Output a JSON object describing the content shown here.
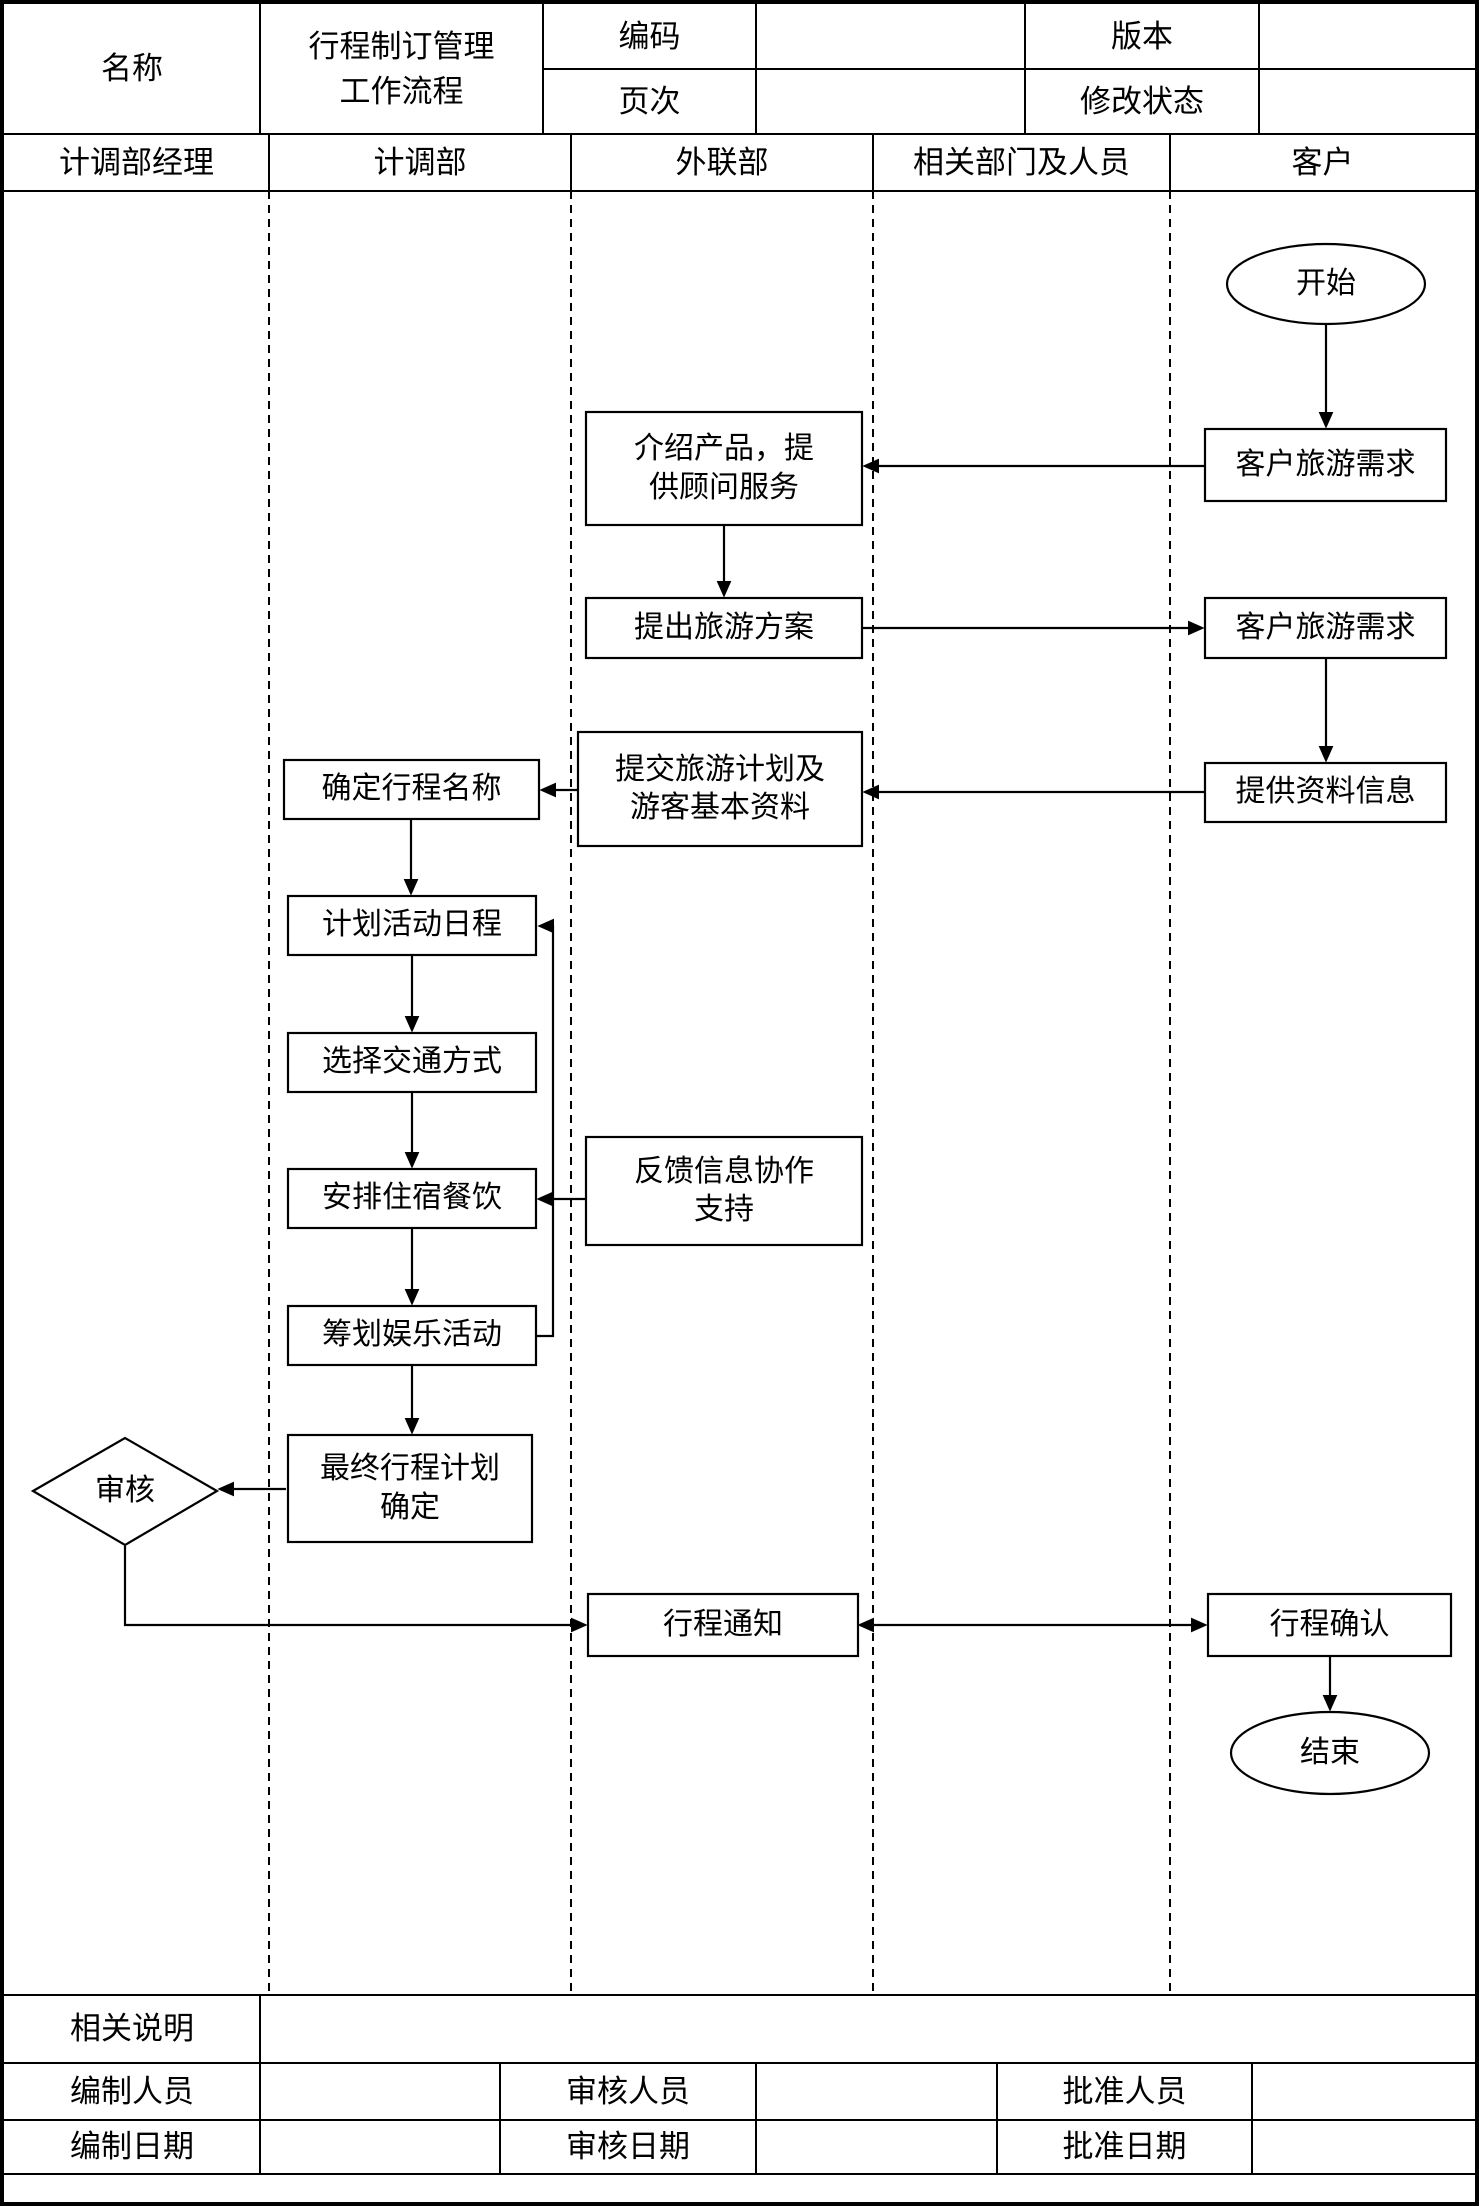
{
  "header": {
    "name_label": "名称",
    "title_line1": "行程制订管理",
    "title_line2": "工作流程",
    "code_label": "编码",
    "code_value": "",
    "version_label": "版本",
    "version_value": "",
    "page_label": "页次",
    "page_value": "",
    "status_label": "修改状态",
    "status_value": ""
  },
  "lanes": [
    "计调部经理",
    "计调部",
    "外联部",
    "相关部门及人员",
    "客户"
  ],
  "flow": {
    "start": "开始",
    "customer_need_1": "客户旅游需求",
    "introduce": "介绍产品，提供顾问服务",
    "propose": "提出旅游方案",
    "customer_need_2": "客户旅游需求",
    "provide_info": "提供资料信息",
    "submit_plan": "提交旅游计划及游客基本资料",
    "confirm_name": "确定行程名称",
    "plan_schedule": "计划活动日程",
    "choose_transport": "选择交通方式",
    "arrange_lodging": "安排住宿餐饮",
    "feedback": "反馈信息协作支持",
    "entertainment": "筹划娱乐活动",
    "final_plan": "最终行程计划确定",
    "review": "审核",
    "notify": "行程通知",
    "confirm_itinerary": "行程确认",
    "end": "结束"
  },
  "footer": {
    "notes_label": "相关说明",
    "prepared_by_label": "编制人员",
    "reviewed_by_label": "审核人员",
    "approved_by_label": "批准人员",
    "prepared_date_label": "编制日期",
    "review_date_label": "审核日期",
    "approval_date_label": "批准日期"
  },
  "colors": {
    "ink": "#000000",
    "background": "#ffffff"
  }
}
